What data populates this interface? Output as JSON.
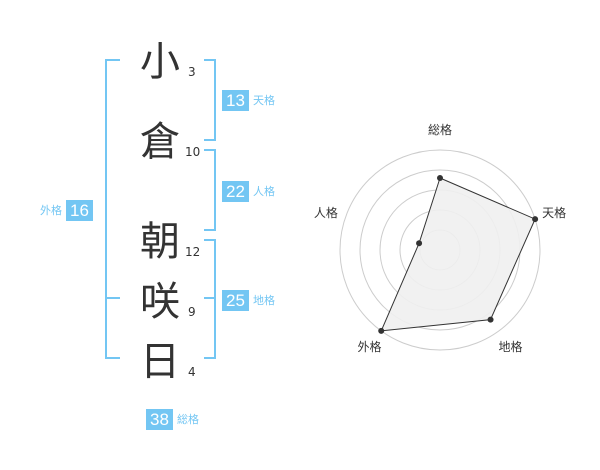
{
  "characters": [
    {
      "char": "小",
      "strokes": "3"
    },
    {
      "char": "倉",
      "strokes": "10"
    },
    {
      "char": "朝",
      "strokes": "12"
    },
    {
      "char": "咲",
      "strokes": "9"
    },
    {
      "char": "日",
      "strokes": "4"
    }
  ],
  "fortunes": {
    "tenkaku": {
      "label": "天格",
      "value": "13"
    },
    "jinkaku": {
      "label": "人格",
      "value": "22"
    },
    "chikaku": {
      "label": "地格",
      "value": "25"
    },
    "gaikaku": {
      "label": "外格",
      "value": "16"
    },
    "soukaku": {
      "label": "総格",
      "value": "38"
    }
  },
  "colors": {
    "accent": "#73c6f3",
    "text": "#333333"
  },
  "chart_data": {
    "type": "radar",
    "axes": [
      "総格",
      "天格",
      "地格",
      "外格",
      "人格"
    ],
    "levels": 5,
    "range": [
      0,
      5
    ],
    "values": [
      3.6,
      5,
      4.3,
      5,
      1.1
    ],
    "grid": true
  }
}
